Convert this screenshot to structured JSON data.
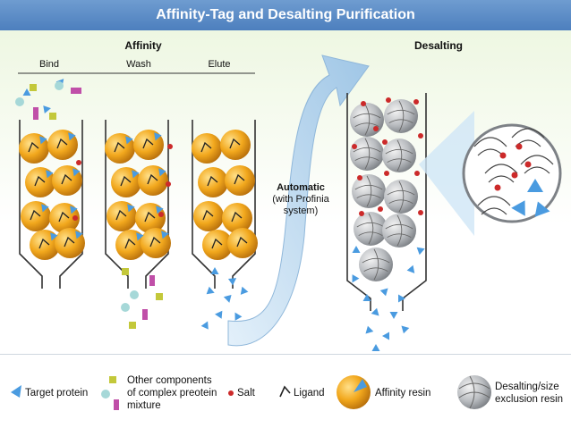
{
  "title": "Affinity-Tag and Desalting Purification",
  "sections": {
    "affinity": "Affinity",
    "desalting": "Desalting"
  },
  "steps": {
    "bind": "Bind",
    "wash": "Wash",
    "elute": "Elute"
  },
  "arrow_label": {
    "line1": "Automatic",
    "line2": "(with Profinia",
    "line3": "system)"
  },
  "legend": {
    "target_protein": "Target protein",
    "other_line1": "Other components",
    "other_line2": "of complex preotein",
    "other_line3": "mixture",
    "salt": "Salt",
    "ligand": "Ligand",
    "affinity_resin": "Affinity resin",
    "desalting_line1": "Desalting/size",
    "desalting_line2": "exclusion resin"
  },
  "colors": {
    "banner": "#5a8ac6",
    "bead": "#f2a81d",
    "protein": "#4a9be0",
    "salt": "#cc2a2a",
    "arrow": "#a9cce8"
  }
}
